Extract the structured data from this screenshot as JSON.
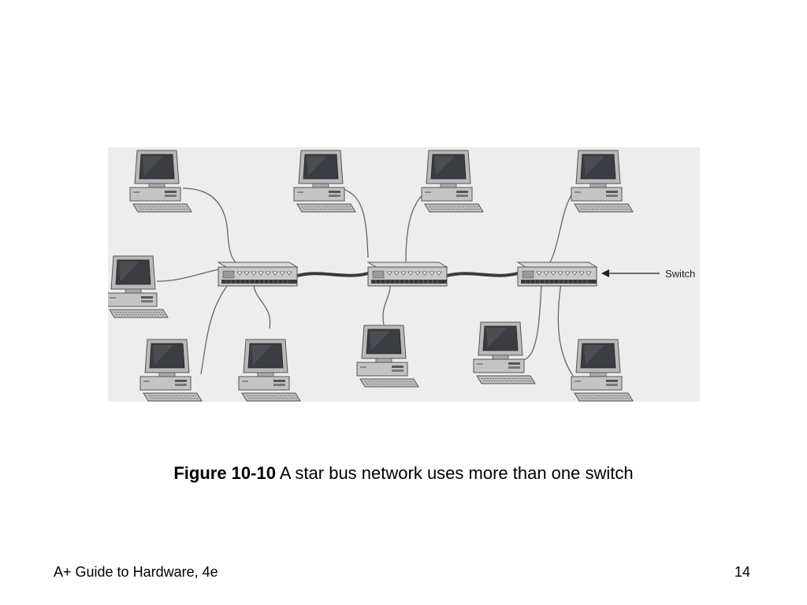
{
  "figure": {
    "number": "Figure 10-10",
    "caption": " A star bus network uses more than one switch",
    "switch_label": "Switch"
  },
  "diagram": {
    "switches": [
      {
        "id": "switch-1"
      },
      {
        "id": "switch-2"
      },
      {
        "id": "switch-3"
      }
    ],
    "computers": [
      {
        "id": "pc-top-left",
        "connects_to": "switch-1"
      },
      {
        "id": "pc-middle-left",
        "connects_to": "switch-1"
      },
      {
        "id": "pc-bottom-left",
        "connects_to": "switch-1"
      },
      {
        "id": "pc-bottom-center-left",
        "connects_to": "switch-1"
      },
      {
        "id": "pc-top-center-left",
        "connects_to": "switch-2"
      },
      {
        "id": "pc-top-center-right",
        "connects_to": "switch-2"
      },
      {
        "id": "pc-bottom-center",
        "connects_to": "switch-2"
      },
      {
        "id": "pc-top-right",
        "connects_to": "switch-3"
      },
      {
        "id": "pc-bottom-center-right",
        "connects_to": "switch-3"
      },
      {
        "id": "pc-bottom-right",
        "connects_to": "switch-3"
      }
    ]
  },
  "footer": {
    "book_title": "A+ Guide to Hardware, 4e",
    "page_number": "14"
  }
}
